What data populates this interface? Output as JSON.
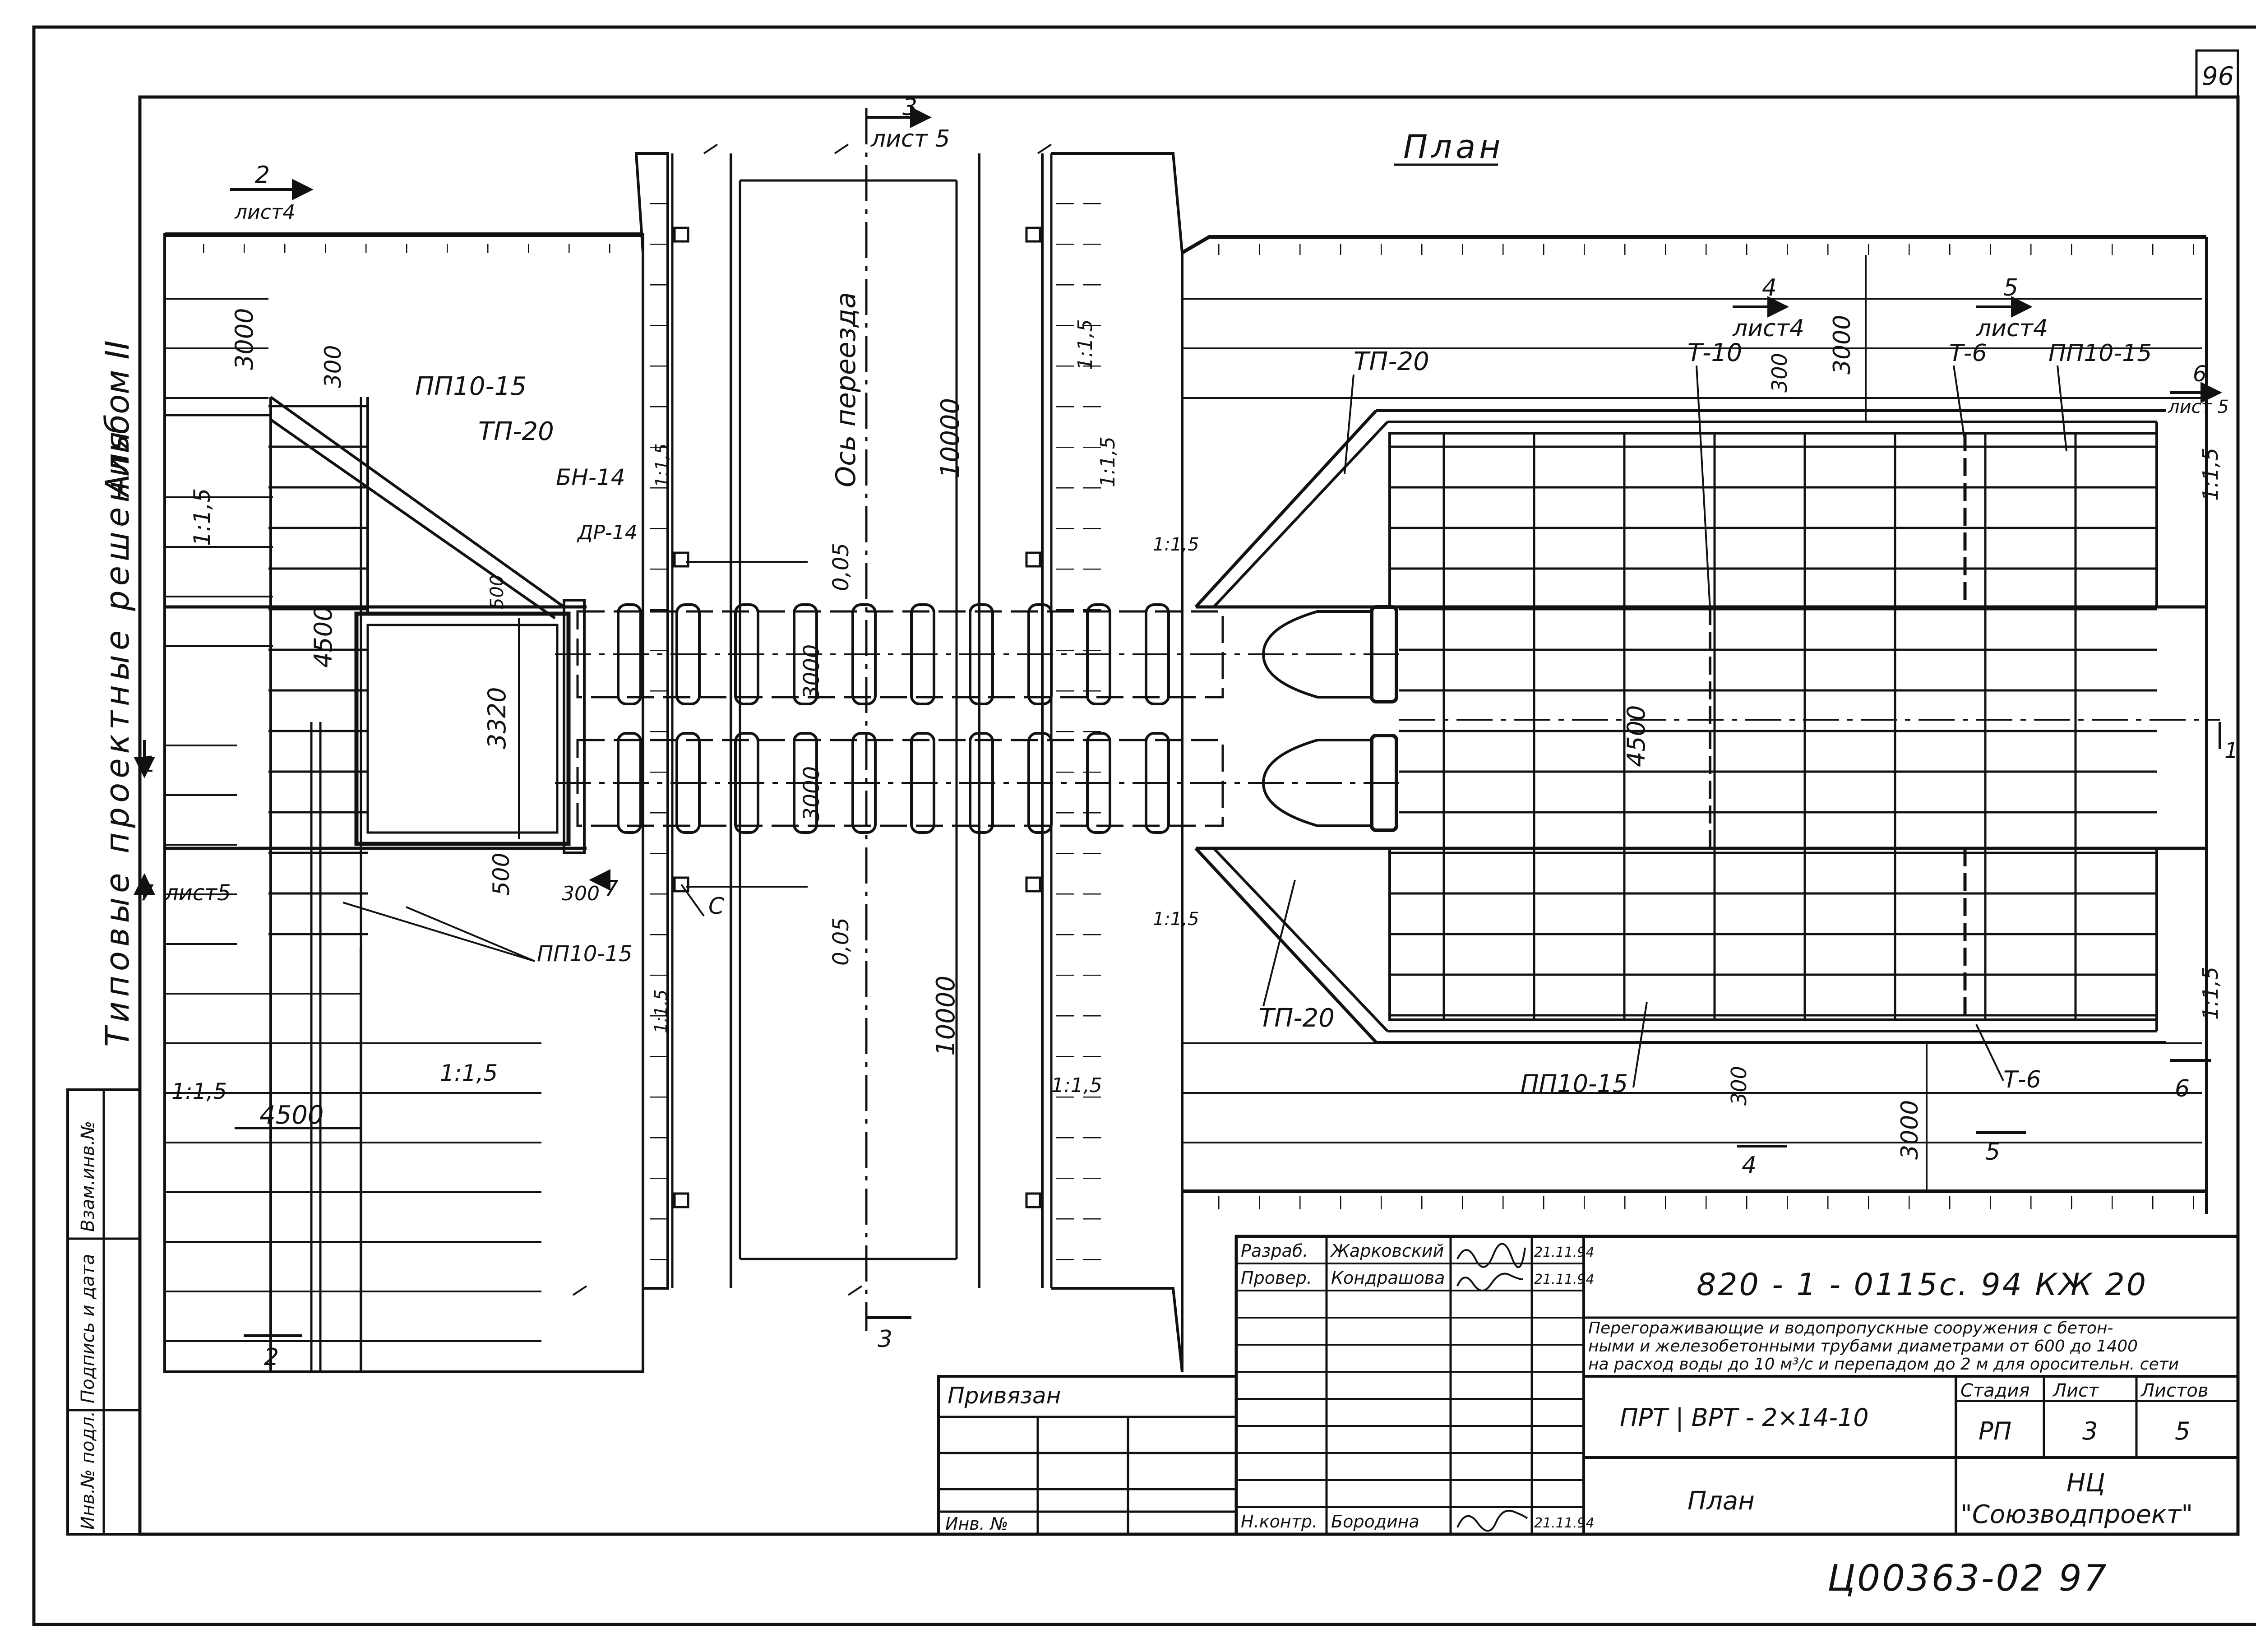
{
  "sheet": {
    "corner_number": "96"
  },
  "plan": {
    "title": "План",
    "axis_label": "Ось переезда",
    "point_c": "C"
  },
  "left_margin": {
    "album_line": "Типовые проектные решения",
    "album": "Альбом II",
    "stamp": [
      "Инв.№ подл.",
      "Подпись и дата",
      "Взам.инв.№"
    ]
  },
  "sections": [
    {
      "num": "2",
      "sheet": "лист4"
    },
    {
      "num": "3",
      "sheet": "лист 5"
    },
    {
      "num": "4",
      "sheet": "лист4"
    },
    {
      "num": "5",
      "sheet": "лист4"
    },
    {
      "num": "6",
      "sheet": "лист 5"
    },
    {
      "num": "7",
      "sheet": "лист5"
    },
    {
      "num": "1"
    },
    {
      "num": "7"
    },
    {
      "num": "2"
    },
    {
      "num": "3"
    },
    {
      "num": "4"
    },
    {
      "num": "5"
    },
    {
      "num": "6"
    },
    {
      "num": "1"
    }
  ],
  "labels": {
    "pp_1": "ПП10-15",
    "pp_2": "ПП10-15",
    "pp_3": "ПП10-15",
    "pp_4": "ПП10-15",
    "tp_1": "ТП-20",
    "tp_2": "ТП-20",
    "tp_3": "ТП-20",
    "bn": "БН-14",
    "dr": "ДР-14",
    "t10": "Т-10",
    "t6_1": "Т-6",
    "t6_2": "Т-6"
  },
  "dimensions": {
    "d3000_l": "3000",
    "d300_l": "300",
    "d4500_l": "4500",
    "d3320": "3320",
    "d500_t": "500",
    "d500_b": "500",
    "d300_b": "300",
    "d4500_bl": "4500",
    "d10000_t": "10000",
    "d10000_b": "10000",
    "d005_t": "0,05",
    "d005_b": "0,05",
    "d3000_pt": "3000",
    "d3000_pb": "3000",
    "d4500_r": "4500",
    "d300_rt": "300",
    "d3000_rt": "3000",
    "d300_rb": "300",
    "d3000_rb": "3000"
  },
  "slopes": {
    "s1": "1:1,5",
    "s2": "1:1,5",
    "s3": "1:1,5",
    "s4": "1:1,5",
    "s5": "1:1,5",
    "s6": "1:1,5",
    "s7": "1:1,5",
    "s8": "1:1,5",
    "s9": "1:1,5",
    "s10": "1:1,5",
    "s11": "1:1,5",
    "s12": "1:1,5"
  },
  "title_block": {
    "code": "820 - 1 - 0115с. 94   КЖ 20",
    "description": [
      "Перегораживающие и водопропускные сооружения с бетон-",
      "ными и железобетонными трубами диаметрами от 600 до 1400",
      "на расход воды до 10 м³/с и перепадом до 2 м для оросительн. сети"
    ],
    "object": "ПРТ | ВРТ - 2×14-10",
    "sheet_name": "План",
    "stage_label": "Стадия",
    "sheet_label": "Лист",
    "sheets_label": "Листов",
    "stage": "РП",
    "sheet_no": "3",
    "sheets_total": "5",
    "org_1": "НЦ",
    "org_2": "\"Союзводпроект\"",
    "attached": "Привязан",
    "inv": "Инв. №",
    "rows": [
      {
        "role": "Разраб.",
        "name": "Жарковский",
        "date": "21.11.94"
      },
      {
        "role": "Провер.",
        "name": "Кондрашова",
        "date": "21.11.94"
      },
      {
        "role": "Н.контр.",
        "name": "Бородина",
        "date": "21.11.94"
      }
    ]
  },
  "archive": "Ц00363-02   97"
}
